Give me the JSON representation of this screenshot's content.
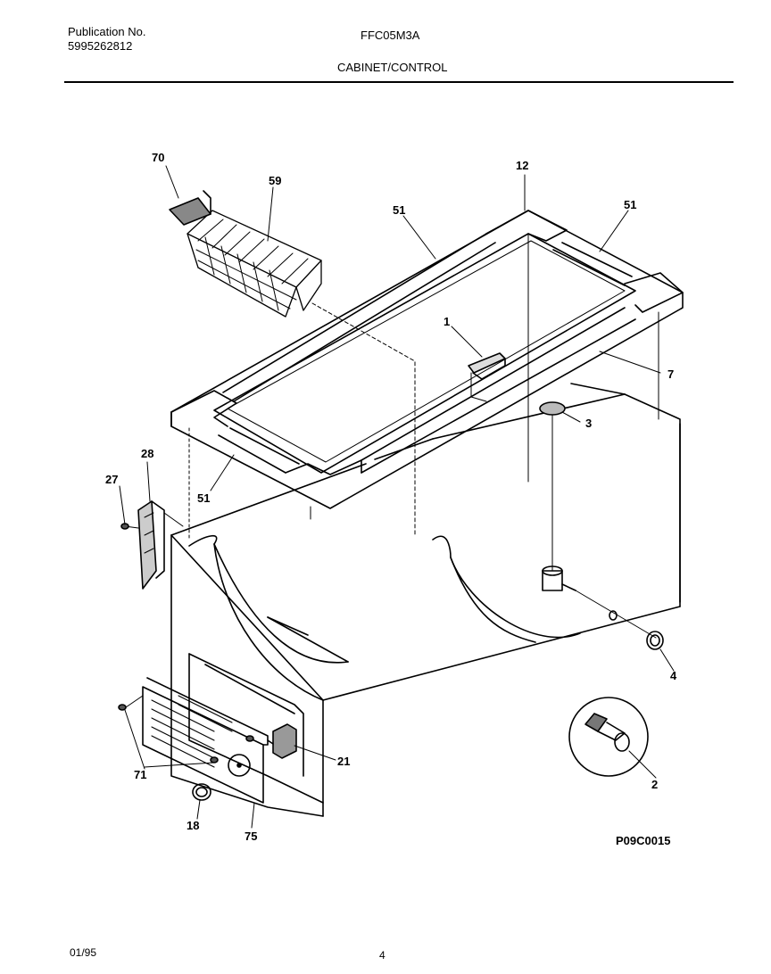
{
  "header": {
    "publication_label": "Publication No.",
    "publication_number": "5995262812",
    "model": "FFC05M3A",
    "section": "CABINET/CONTROL"
  },
  "diagram": {
    "figure_code": "P09C0015",
    "callouts": {
      "c70": "70",
      "c59": "59",
      "c51a": "51",
      "c12": "12",
      "c51b": "51",
      "c1": "1",
      "c7": "7",
      "c3": "3",
      "c28": "28",
      "c27": "27",
      "c51c": "51",
      "c4": "4",
      "c21": "21",
      "c2": "2",
      "c71": "71",
      "c18": "18",
      "c75": "75"
    }
  },
  "footer": {
    "date": "01/95",
    "page": "4"
  }
}
